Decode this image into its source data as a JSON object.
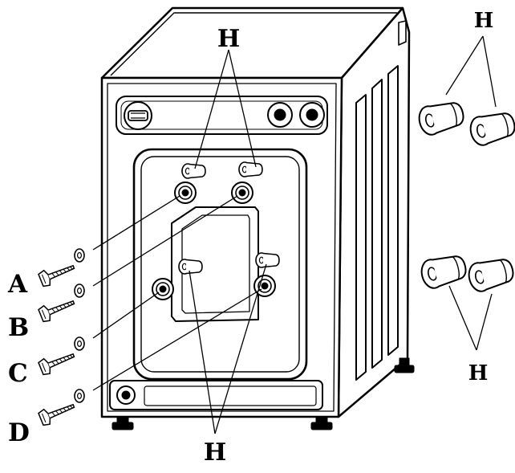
{
  "diagram": {
    "labels": {
      "h": "H",
      "a": "A",
      "b": "B",
      "c": "C",
      "d": "D"
    },
    "colors": {
      "line": "#000000",
      "fill": "#ffffff",
      "shade": "#e6e6e6"
    }
  }
}
